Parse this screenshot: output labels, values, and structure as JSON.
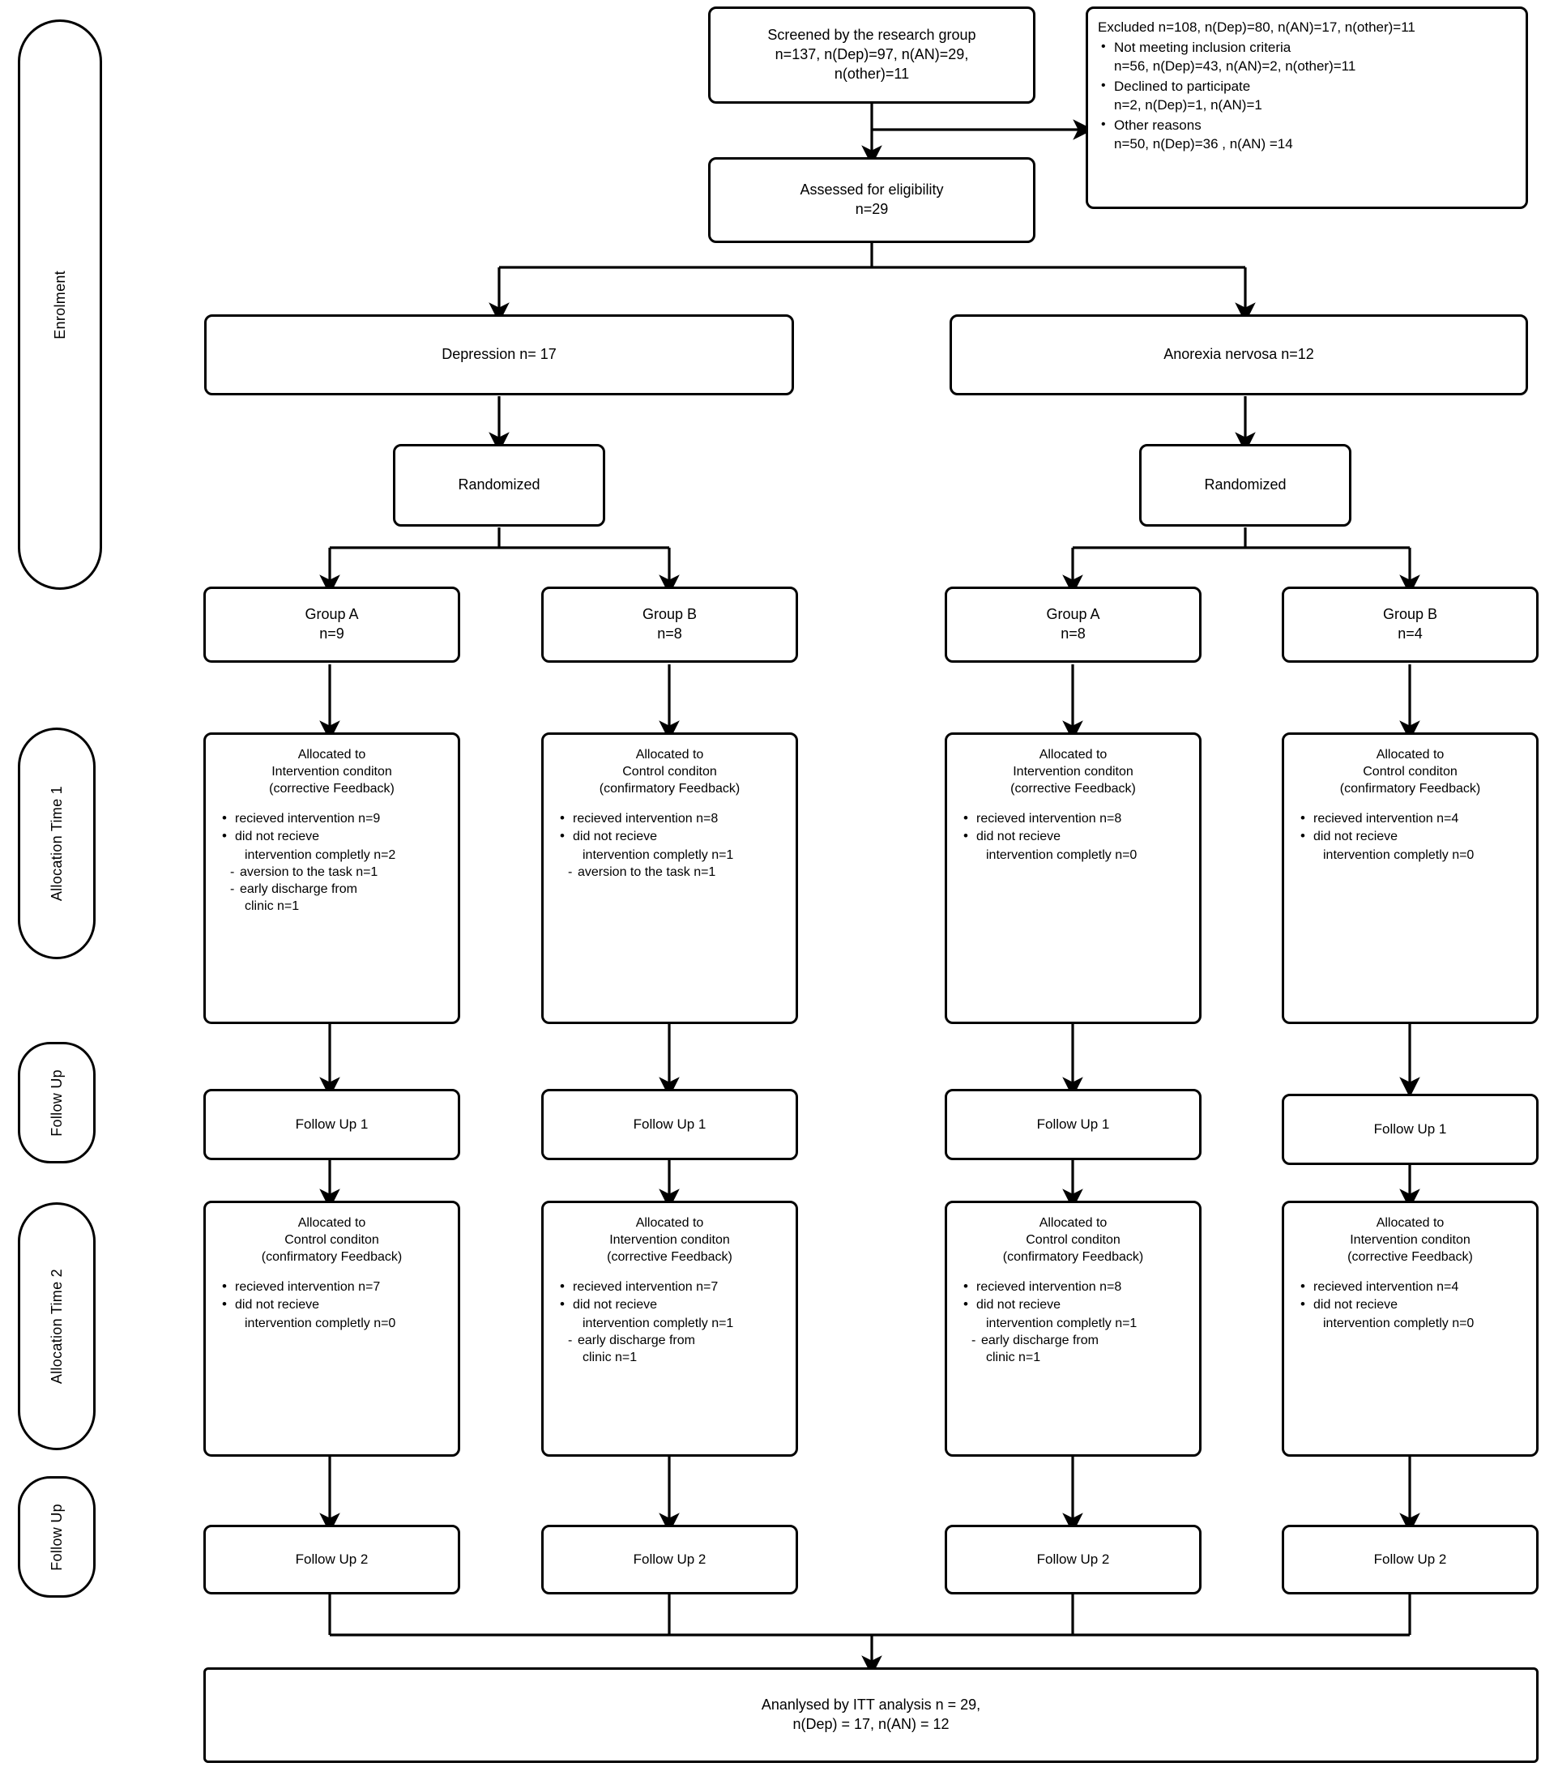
{
  "diagram": {
    "title": "CONSORT participant flow diagram",
    "stage_labels": [
      {
        "id": "enrolment",
        "text": "Enrolment"
      },
      {
        "id": "allocation-time-1",
        "text": "Allocation Time 1"
      },
      {
        "id": "follow-up-1",
        "text": "Follow Up"
      },
      {
        "id": "allocation-time-2",
        "text": "Allocation Time 2"
      },
      {
        "id": "follow-up-2",
        "text": "Follow Up"
      }
    ],
    "screened": {
      "line1": "Screened by the research group",
      "line2": "n=137, n(Dep)=97, n(AN)=29,",
      "line3": "n(other)=11"
    },
    "excluded": {
      "head": "Excluded n=108, n(Dep)=80, n(AN)=17, n(other)=11",
      "items": [
        {
          "label": "Not meeting inclusion criteria",
          "detail": "n=56, n(Dep)=43, n(AN)=2, n(other)=11"
        },
        {
          "label": "Declined to participate",
          "detail": "n=2, n(Dep)=1, n(AN)=1"
        },
        {
          "label": "Other reasons",
          "detail": "n=50, n(Dep)=36 , n(AN) =14"
        }
      ]
    },
    "eligibility": {
      "line1": "Assessed for eligibility",
      "line2": "n=29"
    },
    "arms": [
      {
        "id": "depression",
        "label": "Depression n= 17"
      },
      {
        "id": "anorexia",
        "label": "Anorexia nervosa n=12"
      }
    ],
    "randomized": [
      {
        "id": "randomized-depression",
        "label": "Randomized"
      },
      {
        "id": "randomized-anorexia",
        "label": "Randomized"
      }
    ],
    "groups": [
      {
        "id": "dep-group-a",
        "line1": "Group A",
        "line2": "n=9"
      },
      {
        "id": "dep-group-b",
        "line1": "Group B",
        "line2": "n=8"
      },
      {
        "id": "an-group-a",
        "line1": "Group A",
        "line2": "n=8"
      },
      {
        "id": "an-group-b",
        "line1": "Group B",
        "line2": "n=4"
      }
    ],
    "allocation_time_1": [
      {
        "id": "dep-a-t1",
        "head1": "Allocated to",
        "head2": "Intervention conditon",
        "head3": "(corrective Feedback)",
        "lines": [
          {
            "kind": "bullet",
            "text": "recieved intervention n=9"
          },
          {
            "kind": "bullet",
            "text": "did not recieve"
          },
          {
            "kind": "cont",
            "text": "intervention completly n=2"
          },
          {
            "kind": "sub",
            "text": "aversion to the task n=1"
          },
          {
            "kind": "sub",
            "text": "early discharge from"
          },
          {
            "kind": "cont",
            "text": "clinic n=1"
          }
        ]
      },
      {
        "id": "dep-b-t1",
        "head1": "Allocated to",
        "head2": "Control conditon",
        "head3": "(confirmatory Feedback)",
        "lines": [
          {
            "kind": "bullet",
            "text": "recieved intervention n=8"
          },
          {
            "kind": "bullet",
            "text": "did not recieve"
          },
          {
            "kind": "cont",
            "text": "intervention completly n=1"
          },
          {
            "kind": "sub",
            "text": "aversion to the task n=1"
          }
        ]
      },
      {
        "id": "an-a-t1",
        "head1": "Allocated to",
        "head2": "Intervention conditon",
        "head3": "(corrective Feedback)",
        "lines": [
          {
            "kind": "bullet",
            "text": "recieved intervention n=8"
          },
          {
            "kind": "bullet",
            "text": "did not recieve"
          },
          {
            "kind": "cont",
            "text": "intervention completly n=0"
          }
        ]
      },
      {
        "id": "an-b-t1",
        "head1": "Allocated to",
        "head2": "Control conditon",
        "head3": "(confirmatory Feedback)",
        "lines": [
          {
            "kind": "bullet",
            "text": "recieved intervention n=4"
          },
          {
            "kind": "bullet",
            "text": "did not recieve"
          },
          {
            "kind": "cont",
            "text": "intervention completly n=0"
          }
        ]
      }
    ],
    "follow_up_1": [
      {
        "id": "dep-a-fu1",
        "label": "Follow Up 1"
      },
      {
        "id": "dep-b-fu1",
        "label": "Follow Up 1"
      },
      {
        "id": "an-a-fu1",
        "label": "Follow Up 1"
      },
      {
        "id": "an-b-fu1",
        "label": "Follow Up 1"
      }
    ],
    "allocation_time_2": [
      {
        "id": "dep-a-t2",
        "head1": "Allocated to",
        "head2": "Control conditon",
        "head3": "(confirmatory Feedback)",
        "lines": [
          {
            "kind": "bullet",
            "text": "recieved intervention n=7"
          },
          {
            "kind": "bullet",
            "text": "did not recieve"
          },
          {
            "kind": "cont",
            "text": "intervention completly n=0"
          }
        ]
      },
      {
        "id": "dep-b-t2",
        "head1": "Allocated to",
        "head2": "Intervention conditon",
        "head3": "(corrective Feedback)",
        "lines": [
          {
            "kind": "bullet",
            "text": "recieved intervention n=7"
          },
          {
            "kind": "bullet",
            "text": "did not recieve"
          },
          {
            "kind": "cont",
            "text": "intervention completly n=1"
          },
          {
            "kind": "sub",
            "text": "early discharge from"
          },
          {
            "kind": "cont",
            "text": "clinic n=1"
          }
        ]
      },
      {
        "id": "an-a-t2",
        "head1": "Allocated to",
        "head2": "Control conditon",
        "head3": "(confirmatory Feedback)",
        "lines": [
          {
            "kind": "bullet",
            "text": "recieved intervention n=8"
          },
          {
            "kind": "bullet",
            "text": "did not recieve"
          },
          {
            "kind": "cont",
            "text": "intervention completly n=1"
          },
          {
            "kind": "sub",
            "text": "early discharge from"
          },
          {
            "kind": "cont",
            "text": "clinic n=1"
          }
        ]
      },
      {
        "id": "an-b-t2",
        "head1": "Allocated to",
        "head2": "Intervention conditon",
        "head3": "(corrective Feedback)",
        "lines": [
          {
            "kind": "bullet",
            "text": "recieved intervention n=4"
          },
          {
            "kind": "bullet",
            "text": "did not recieve"
          },
          {
            "kind": "cont",
            "text": "intervention completly n=0"
          }
        ]
      }
    ],
    "follow_up_2": [
      {
        "id": "dep-a-fu2",
        "label": "Follow Up 2"
      },
      {
        "id": "dep-b-fu2",
        "label": "Follow Up 2"
      },
      {
        "id": "an-a-fu2",
        "label": "Follow Up 2"
      },
      {
        "id": "an-b-fu2",
        "label": "Follow Up 2"
      }
    ],
    "analysis": {
      "line1": "Ananlysed by ITT analysis n = 29,",
      "line2": "n(Dep) = 17, n(AN) = 12"
    },
    "colors": {
      "stroke": "#000000",
      "background": "#ffffff"
    }
  }
}
